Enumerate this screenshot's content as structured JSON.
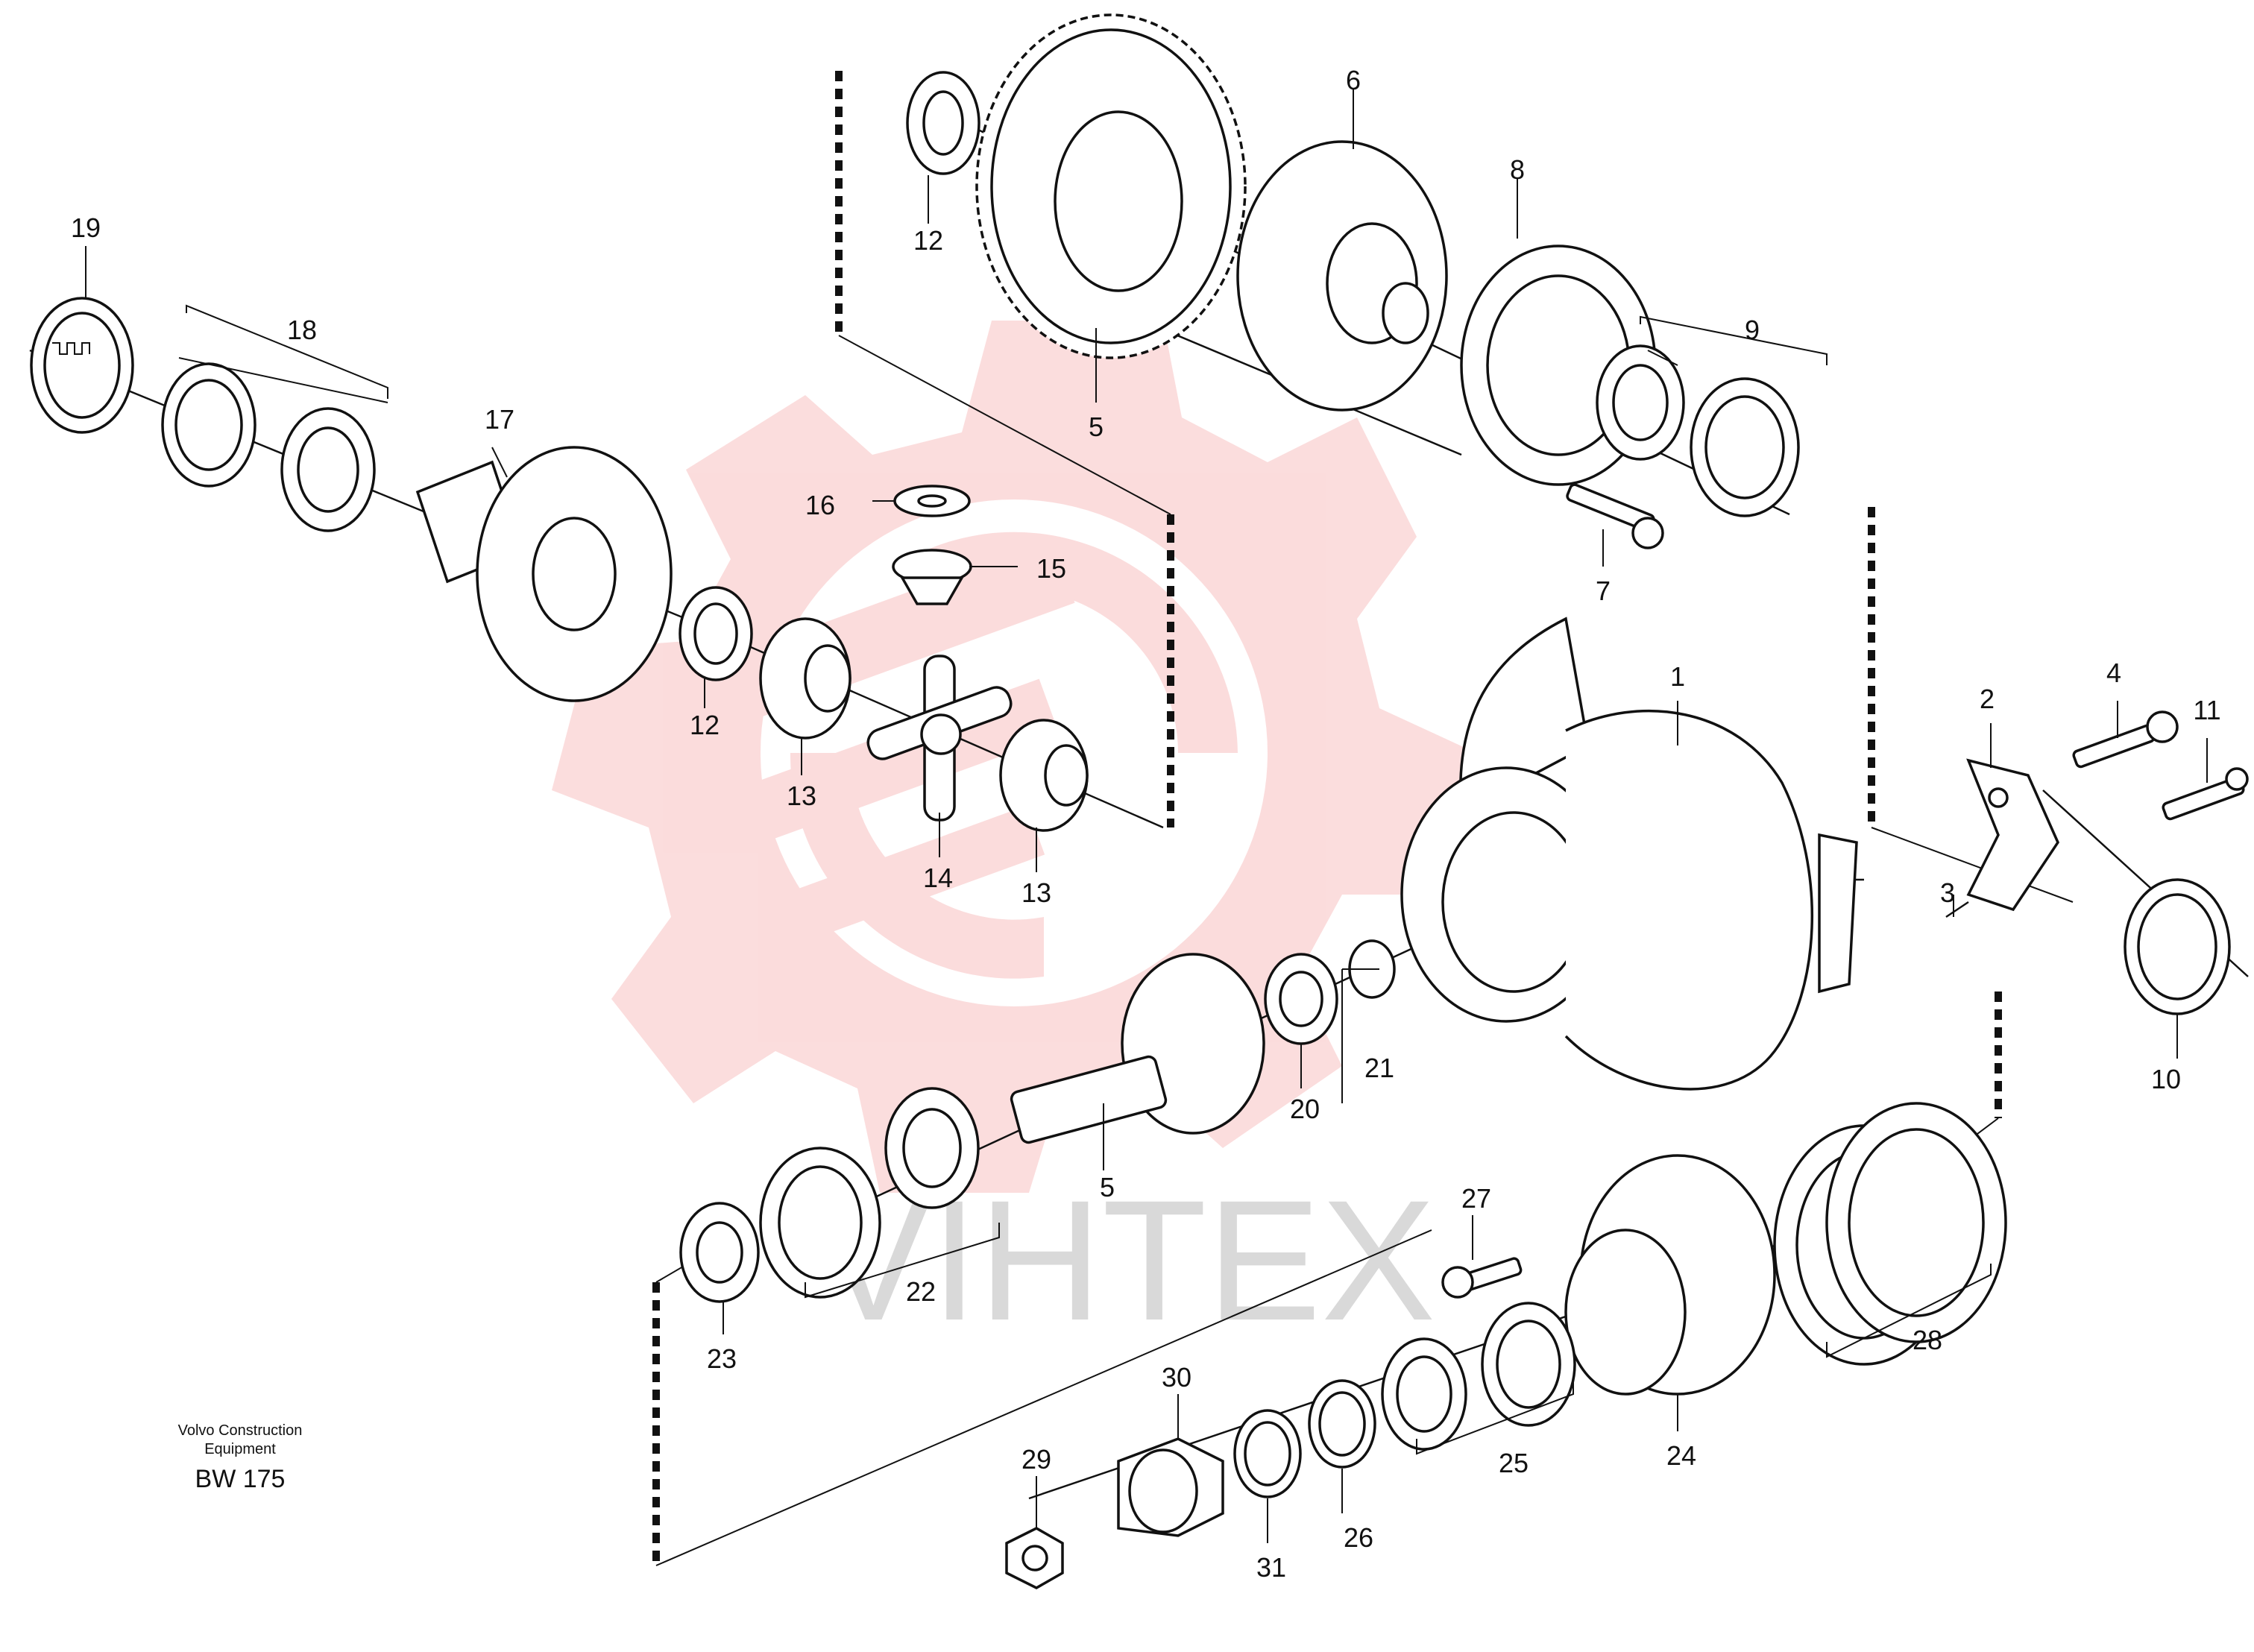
{
  "publisher": {
    "line1": "Volvo Construction",
    "line2": "Equipment",
    "model": "BW 175"
  },
  "watermark": {
    "text": "VIHTEX",
    "color": "#f26a6a"
  },
  "callouts": [
    "1",
    "2",
    "3",
    "4",
    "5",
    "5",
    "6",
    "7",
    "8",
    "9",
    "10",
    "11",
    "12",
    "12",
    "13",
    "13",
    "14",
    "15",
    "16",
    "17",
    "18",
    "19",
    "20",
    "21",
    "22",
    "23",
    "24",
    "25",
    "26",
    "27",
    "28",
    "29",
    "30",
    "31"
  ],
  "colors": {
    "line": "#111111",
    "logo_red": "#f7b3b3"
  }
}
